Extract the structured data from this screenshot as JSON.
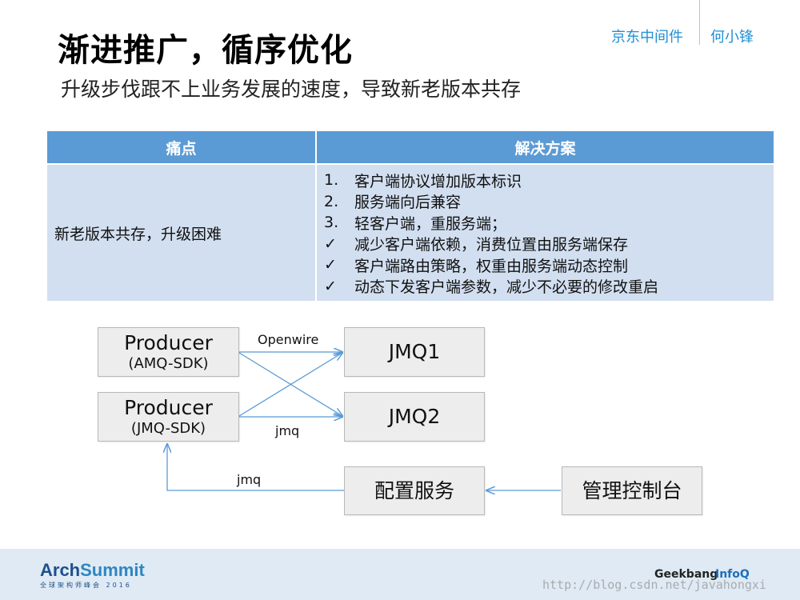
{
  "slide": {
    "title": "渐进推广，循序优化",
    "subtitle": "升级步伐跟不上业务发展的速度，导致新老版本共存"
  },
  "brand": {
    "org": "京东中间件",
    "person": "何小锋"
  },
  "table": {
    "headers": [
      "痛点",
      "解决方案"
    ],
    "pain_point": "新老版本共存，升级困难",
    "solutions": [
      {
        "marker": "1.",
        "text": "客户端协议增加版本标识"
      },
      {
        "marker": "2.",
        "text": "服务端向后兼容"
      },
      {
        "marker": "3.",
        "text": "轻客户端，重服务端；"
      },
      {
        "marker": "✓",
        "text": "减少客户端依赖，消费位置由服务端保存"
      },
      {
        "marker": "✓",
        "text": "客户端路由策略，权重由服务端动态控制"
      },
      {
        "marker": "✓",
        "text": "动态下发客户端参数，减少不必要的修改重启"
      }
    ]
  },
  "diagram": {
    "producer_amq": {
      "title": "Producer",
      "sub": "(AMQ-SDK)"
    },
    "producer_jmq": {
      "title": "Producer",
      "sub": "(JMQ-SDK)"
    },
    "jmq1": "JMQ1",
    "jmq2": "JMQ2",
    "config_service": "配置服务",
    "admin_console": "管理控制台",
    "label_openwire": "Openwire",
    "label_jmq_cross": "jmq",
    "label_jmq_config": "jmq",
    "line_color": "#5b9bd5"
  },
  "footer": {
    "logo_arch": "Arch",
    "logo_summit": "Summit",
    "logo_sub": "全球架构师峰会 2016",
    "geekbang": "Geekbang",
    "infoq": "InfoQ",
    "watermark": "http://blog.csdn.net/javahongxi"
  }
}
